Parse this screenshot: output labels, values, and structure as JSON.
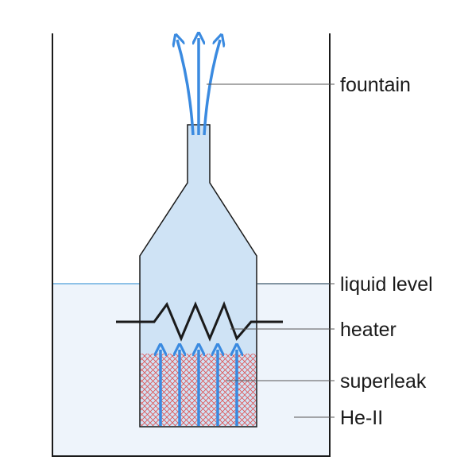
{
  "labels": {
    "fountain": "fountain",
    "liquid_level": "liquid level",
    "heater": "heater",
    "superleak": "superleak",
    "he_ii": "He-II"
  },
  "colors": {
    "background": "#ffffff",
    "container_wall": "#1a1a1a",
    "liquid_fill": "#eef4fb",
    "liquid_line": "#6aaee0",
    "vessel_fill": "#cfe3f5",
    "vessel_outline": "#1a1a1a",
    "heater_wire": "#1a1a1a",
    "superleak_hatch": "#e05050",
    "arrow": "#3a8ae0",
    "leader_line": "#555555"
  }
}
